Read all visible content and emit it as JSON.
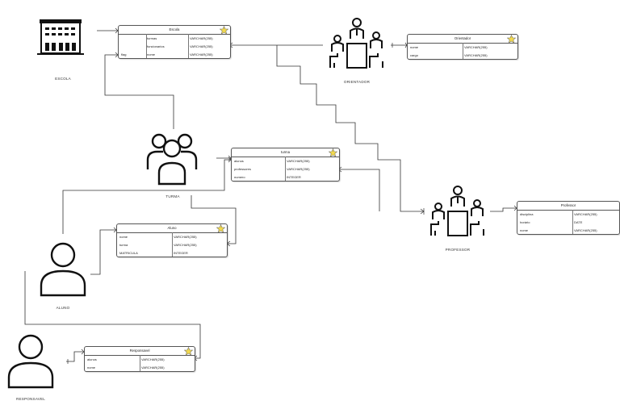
{
  "icons": {
    "escola": {
      "label": "ESCOLA",
      "icon": "school-building-icon"
    },
    "orientador": {
      "label": "ORIENTADOR",
      "icon": "presenter-group-icon"
    },
    "turma": {
      "label": "TURMA",
      "icon": "group-people-icon"
    },
    "professor": {
      "label": "PROFESSOR",
      "icon": "presenter-group-icon"
    },
    "aluno": {
      "label": "ALUNO",
      "icon": "person-icon"
    },
    "responsavel": {
      "label": "RESPONSAVEL",
      "icon": "person-icon"
    }
  },
  "entities": {
    "escola": {
      "title": "Escola",
      "rows": [
        {
          "key": "",
          "name": "turmas",
          "type": "VARCHAR(255)"
        },
        {
          "key": "",
          "name": "funcionarios",
          "type": "VARCHAR(255)"
        },
        {
          "key": "flag",
          "name": "nome",
          "type": "VARCHAR(255)"
        }
      ]
    },
    "orientador": {
      "title": "Orientador",
      "rows": [
        {
          "name": "nome",
          "type": "VARCHAR(255)"
        },
        {
          "name": "cargo",
          "type": "VARCHAR(255)"
        }
      ]
    },
    "turma": {
      "title": "turma",
      "rows": [
        {
          "name": "alunos",
          "type": "VARCHAR(255)"
        },
        {
          "name": "professores",
          "type": "VARCHAR(255)"
        },
        {
          "name": "numero",
          "type": "INTEGER"
        }
      ]
    },
    "aluno": {
      "title": "Aluno",
      "rows": [
        {
          "name": "nome",
          "type": "VARCHAR(255)"
        },
        {
          "name": "turma",
          "type": "VARCHAR(255)"
        },
        {
          "name": "MATRICULA",
          "type": "INTEGER"
        }
      ]
    },
    "professor": {
      "title": "Professor",
      "rows": [
        {
          "name": "disciplina",
          "type": "VARCHAR(255)"
        },
        {
          "name": "horário",
          "type": "DATE"
        },
        {
          "name": "nome",
          "type": "VARCHAR(255)"
        }
      ]
    },
    "responsavel": {
      "title": "Responsavel",
      "rows": [
        {
          "name": "alunos",
          "type": "VARCHAR(255)"
        },
        {
          "name": "nome",
          "type": "VARCHAR(255)"
        }
      ]
    }
  },
  "colors": {
    "line": "#333333",
    "border": "#555555",
    "star": "#f2d94e"
  }
}
